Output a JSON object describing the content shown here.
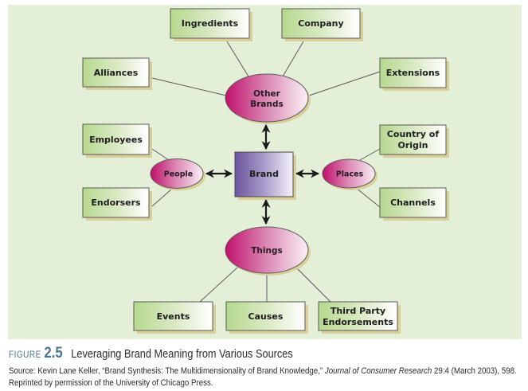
{
  "diagram": {
    "center": {
      "label": "Brand"
    },
    "hubs": {
      "other_brands": {
        "label_line1": "Other",
        "label_line2": "Brands"
      },
      "people": {
        "label": "People"
      },
      "places": {
        "label": "Places"
      },
      "things": {
        "label": "Things"
      }
    },
    "sources": {
      "ingredients": {
        "label": "Ingredients"
      },
      "company": {
        "label": "Company"
      },
      "alliances": {
        "label": "Alliances"
      },
      "extensions": {
        "label": "Extensions"
      },
      "employees": {
        "label": "Employees"
      },
      "endorsers": {
        "label": "Endorsers"
      },
      "country_of_origin": {
        "label_line1": "Country of",
        "label_line2": "Origin"
      },
      "channels": {
        "label": "Channels"
      },
      "events": {
        "label": "Events"
      },
      "causes": {
        "label": "Causes"
      },
      "third_party": {
        "label_line1": "Third Party",
        "label_line2": "Endorsements"
      }
    },
    "colors": {
      "panel_bg": "#e3efd6",
      "box_green": "#b6d88e",
      "ellipse_magenta": "#c0186e",
      "brand_purple": "#6d5aa0",
      "shadow_tan": "#d9cf9a",
      "caption_blue": "#4b7390"
    }
  },
  "caption": {
    "figure_word": "FIGURE",
    "figure_number": "2.5",
    "title": "Leveraging Brand Meaning from Various Sources",
    "source_prefix": "Source: Kevin Lane Keller, “Brand Synthesis: The Multidimensionality of Brand Knowledge,”",
    "source_journal": "Journal of Consumer Research",
    "source_suffix": "29:4 (March 2003), 598. Reprinted by permission of the University of Chicago Press."
  }
}
